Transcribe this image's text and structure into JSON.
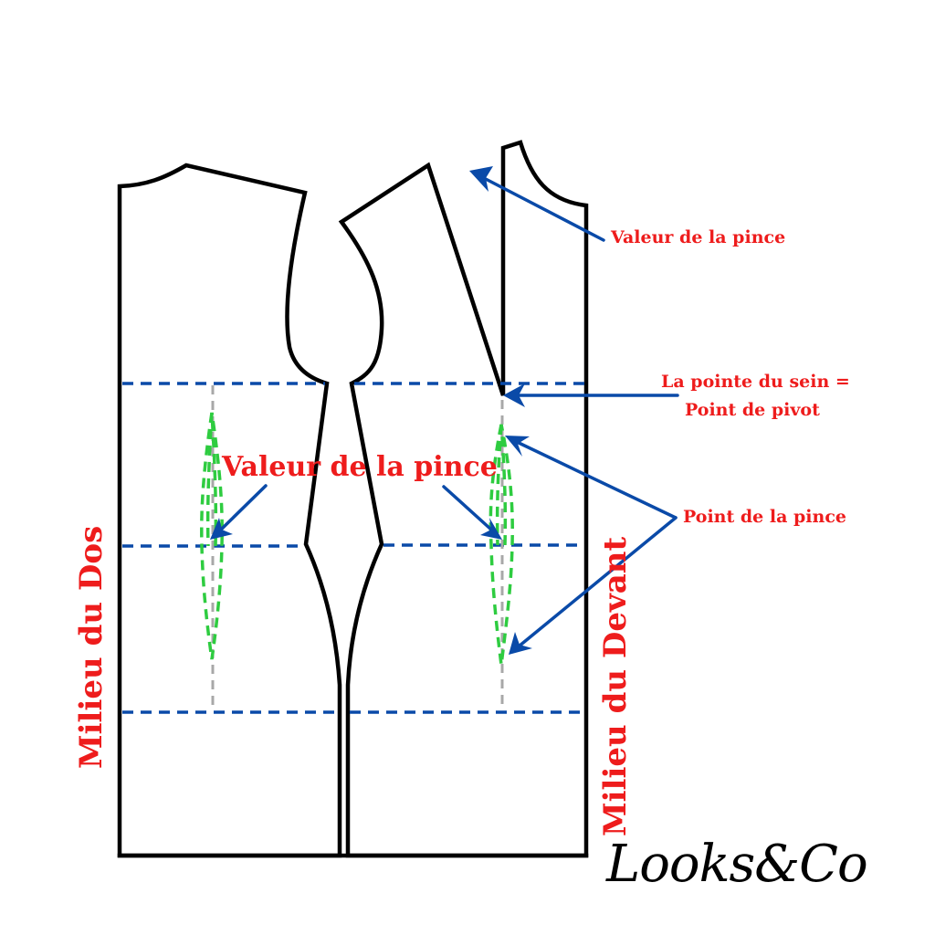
{
  "diagram": {
    "title": "Pattern dart pivot diagram",
    "colors": {
      "outline": "#000000",
      "guide_lines": "#0a4aa8",
      "center_lines": "#a8a8a8",
      "dart_lines": "#2ecc40",
      "labels": "#ee1c1c",
      "arrows": "#0a4aa8"
    }
  },
  "labels": {
    "dart_value_top": "Valeur de la pince",
    "bust_point_line1": "La pointe du sein =",
    "bust_point_line2": "Point de pivot",
    "dart_point": "Point de la pince",
    "dart_value_center": "Valeur de la pince",
    "center_back": "Milieu du Dos",
    "center_front": "Milieu du Devant"
  },
  "logo": {
    "text": "Looks&Co"
  }
}
